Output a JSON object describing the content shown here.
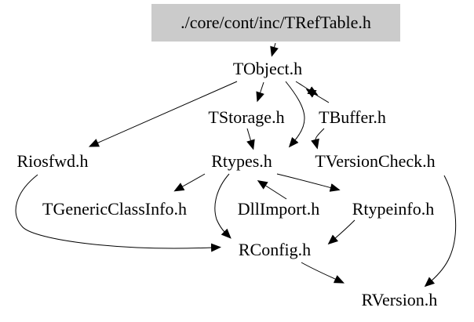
{
  "diagram": {
    "type": "include-dependency-graph",
    "colors": {
      "background": "#ffffff",
      "edge": "#000000",
      "text": "#000000",
      "root_highlight": "#cbcbcb"
    },
    "nodes": [
      {
        "id": "reftable",
        "label": "./core/cont/inc/TRefTable.h",
        "highlighted": true
      },
      {
        "id": "tobject",
        "label": "TObject.h",
        "highlighted": false
      },
      {
        "id": "tstorage",
        "label": "TStorage.h",
        "highlighted": false
      },
      {
        "id": "tbuffer",
        "label": "TBuffer.h",
        "highlighted": false
      },
      {
        "id": "riosfwd",
        "label": "Riosfwd.h",
        "highlighted": false
      },
      {
        "id": "rtypes",
        "label": "Rtypes.h",
        "highlighted": false
      },
      {
        "id": "tversioncheck",
        "label": "TVersionCheck.h",
        "highlighted": false
      },
      {
        "id": "tgenericclassinfo",
        "label": "TGenericClassInfo.h",
        "highlighted": false
      },
      {
        "id": "dllimport",
        "label": "DllImport.h",
        "highlighted": false
      },
      {
        "id": "rtypeinfo",
        "label": "Rtypeinfo.h",
        "highlighted": false
      },
      {
        "id": "rconfig",
        "label": "RConfig.h",
        "highlighted": false
      },
      {
        "id": "rversion",
        "label": "RVersion.h",
        "highlighted": false
      }
    ],
    "edges": [
      {
        "from": "reftable",
        "to": "tobject"
      },
      {
        "from": "tobject",
        "to": "riosfwd"
      },
      {
        "from": "tobject",
        "to": "tstorage"
      },
      {
        "from": "tobject",
        "to": "tbuffer"
      },
      {
        "from": "tbuffer",
        "to": "tobject"
      },
      {
        "from": "tobject",
        "to": "rtypes"
      },
      {
        "from": "tbuffer",
        "to": "tversioncheck"
      },
      {
        "from": "tstorage",
        "to": "rtypes"
      },
      {
        "from": "dllimport",
        "to": "rtypes"
      },
      {
        "from": "rtypes",
        "to": "tgenericclassinfo"
      },
      {
        "from": "rtypes",
        "to": "rtypeinfo"
      },
      {
        "from": "rtypes",
        "to": "rconfig"
      },
      {
        "from": "rtypeinfo",
        "to": "rconfig"
      },
      {
        "from": "riosfwd",
        "to": "rconfig"
      },
      {
        "from": "rconfig",
        "to": "rversion"
      },
      {
        "from": "tversioncheck",
        "to": "rversion"
      }
    ]
  }
}
